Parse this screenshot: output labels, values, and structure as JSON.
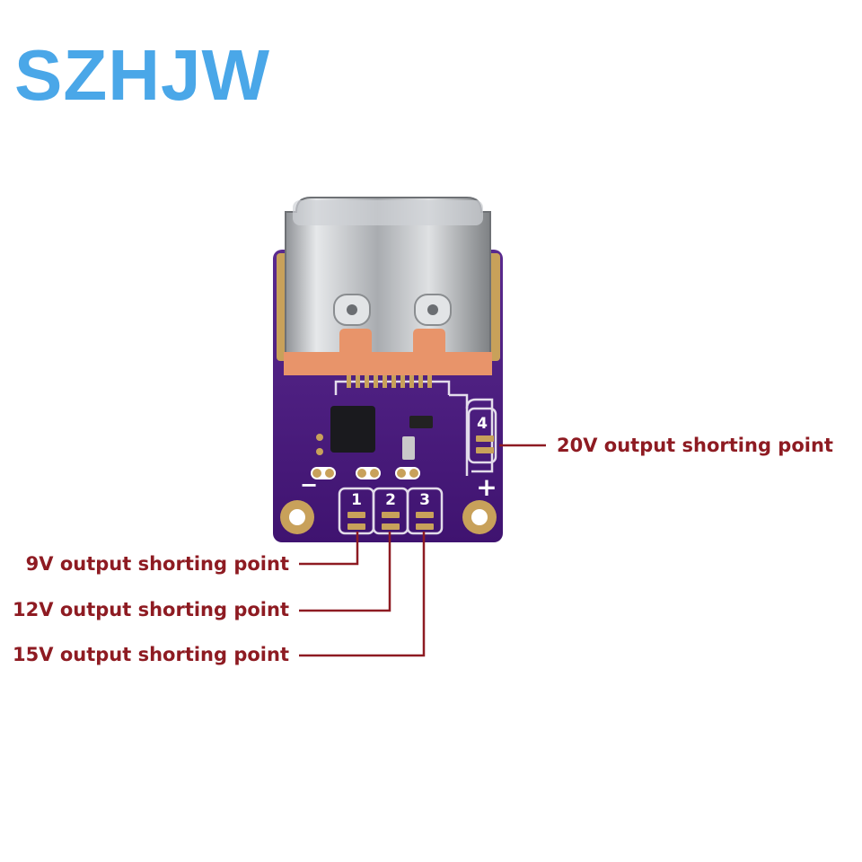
{
  "brand": {
    "text": "SZHJW",
    "color": "#4aa7e8"
  },
  "board": {
    "pcb_color": "#4b1a7e",
    "silk_color": "#ffffff",
    "pad_color": "#c8a15a",
    "connector_color": "#b9bcc0",
    "bracket_color": "#e8946a",
    "pad_labels": [
      "1",
      "2",
      "3",
      "4"
    ],
    "minus_sign": "−",
    "plus_sign": "+"
  },
  "callouts": {
    "color": "#8e1b22",
    "items": [
      {
        "id": "pad-4",
        "text": "20V output shorting point"
      },
      {
        "id": "pad-1",
        "text": "9V output shorting point"
      },
      {
        "id": "pad-2",
        "text": "12V output shorting point"
      },
      {
        "id": "pad-3",
        "text": "15V output shorting point"
      }
    ]
  }
}
